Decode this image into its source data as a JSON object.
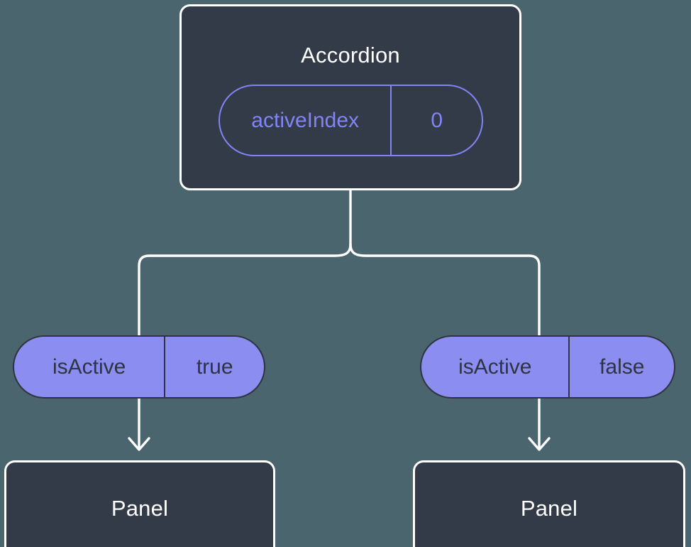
{
  "diagram": {
    "type": "component-state-tree",
    "background_color": "#4b656e",
    "root": {
      "label": "Accordion",
      "state_pill": {
        "key": "activeIndex",
        "value": "0",
        "style": "outlined",
        "color": "#8184f5"
      }
    },
    "branches": [
      {
        "side": "left",
        "prop_pill": {
          "key": "isActive",
          "value": "true",
          "style": "filled",
          "fill_color": "#8b8ef0",
          "text_color": "#2e3440"
        },
        "child": {
          "label": "Panel"
        }
      },
      {
        "side": "right",
        "prop_pill": {
          "key": "isActive",
          "value": "false",
          "style": "filled",
          "fill_color": "#8b8ef0",
          "text_color": "#2e3440"
        },
        "child": {
          "label": "Panel"
        }
      }
    ],
    "connectors": {
      "stem_color": "#ffffff",
      "arrow_color": "#ffffff",
      "box_border_color": "#ffffff",
      "box_fill_color": "#333a48"
    }
  }
}
